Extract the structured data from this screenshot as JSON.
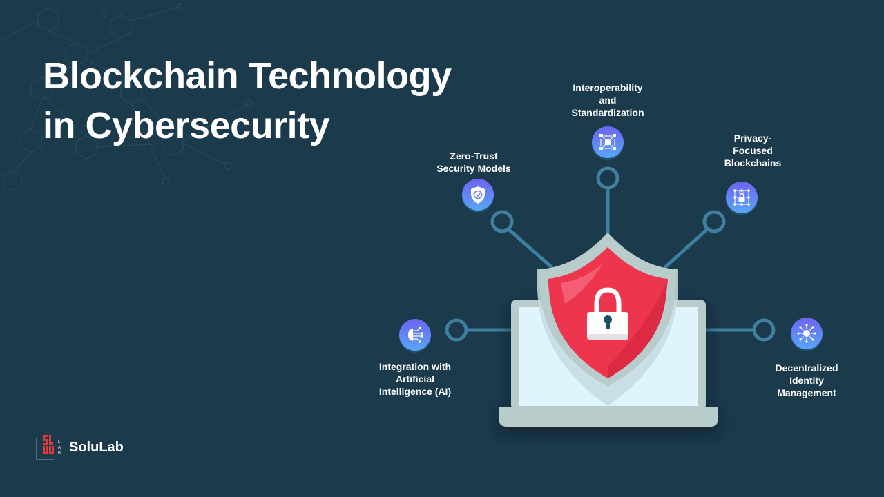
{
  "title": {
    "line1": "Blockchain Technology",
    "line2": "in Cybersecurity"
  },
  "colors": {
    "background": "#1b3a4c",
    "connector": "#3f7f9f",
    "shield_red": "#ee354e",
    "shield_rim": "#b8cccc",
    "laptop_body": "#b8cccc",
    "laptop_screen": "#e0f4fc",
    "badge_top": "#6d63f0",
    "badge_bottom": "#58a6f8"
  },
  "nodes": [
    {
      "id": "interoperability",
      "icon": "network-cubes-icon",
      "lines": [
        "Interoperability",
        "and",
        "Standardization"
      ]
    },
    {
      "id": "zero-trust",
      "icon": "shield-check-icon",
      "lines": [
        "Zero-Trust",
        "Security Models"
      ]
    },
    {
      "id": "privacy",
      "icon": "lock-grid-icon",
      "lines": [
        "Privacy-",
        "Focused",
        "Blockchains"
      ]
    },
    {
      "id": "ai",
      "icon": "ai-circuit-icon",
      "lines": [
        "Integration with",
        "Artificial",
        "Intelligence (AI)"
      ]
    },
    {
      "id": "identity",
      "icon": "identity-network-icon",
      "lines": [
        "Decentralized",
        "Identity",
        "Management"
      ]
    }
  ],
  "center": {
    "icon": "padlock-icon",
    "shield": "shield-icon",
    "device": "laptop-icon"
  },
  "brand": {
    "name": "SoluLab",
    "mark": "SL TU LAB"
  }
}
